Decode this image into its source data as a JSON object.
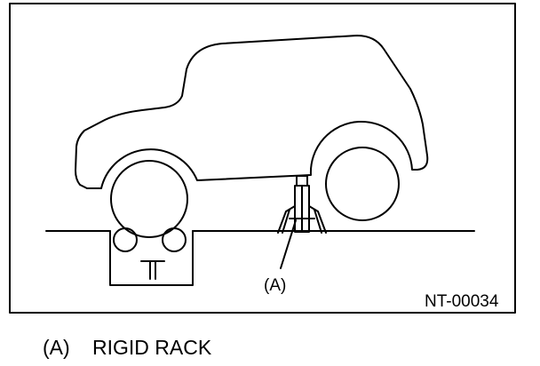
{
  "diagram": {
    "callout_label": "(A)",
    "figure_code": "NT-00034"
  },
  "legend": {
    "items": [
      {
        "key": "(A)",
        "text": "RIGID RACK"
      }
    ]
  },
  "colors": {
    "line": "#000000",
    "background": "#ffffff"
  }
}
